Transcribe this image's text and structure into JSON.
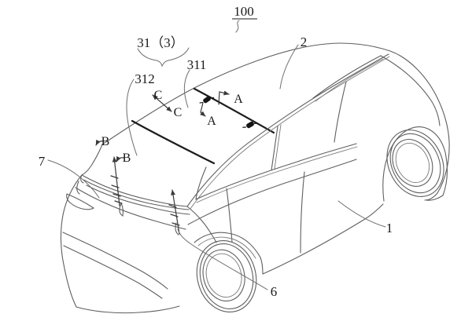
{
  "figure": {
    "background_color": "#ffffff",
    "line_color": "#5f5f5f",
    "seam_color": "#1c1c1c",
    "label_color": "#1a1a1a",
    "reference_labels": {
      "overall_assembly": "100",
      "roof_module_group": "31（3）",
      "roof_crossmember": "311",
      "rear_roof_panel": "312",
      "roof_glass": "2",
      "rear_window": "7",
      "vehicle_body": "1",
      "mounting_bracket": "6"
    },
    "section_markers": {
      "a_top": "A",
      "a_bottom": "A",
      "b_top": "B",
      "b_bottom": "B",
      "c_top": "C",
      "c_bottom": "C"
    }
  }
}
